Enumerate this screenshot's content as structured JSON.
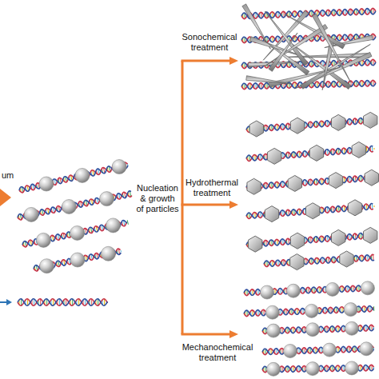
{
  "diagram": {
    "labels": [
      "um",
      "Nucleation & growth of particles",
      "Sonochemical treatment",
      "Hydrothermal treatment",
      "Mechanochemical treatment"
    ]
  }
}
